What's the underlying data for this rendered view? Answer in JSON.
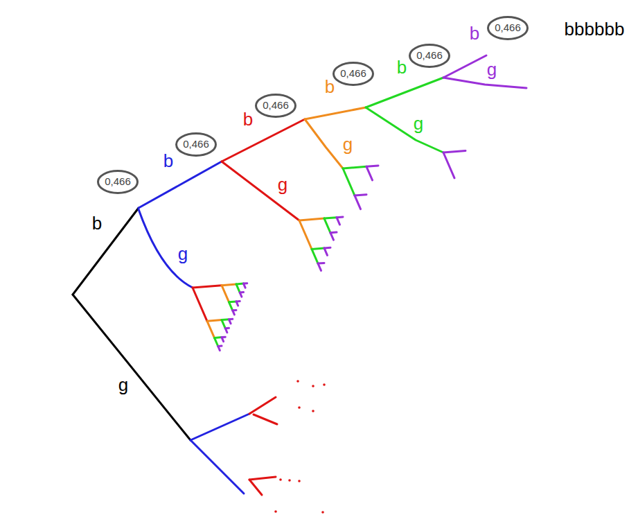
{
  "diagram": {
    "nodes": [
      {
        "text": [
          "0,466"
        ]
      },
      {
        "text": [
          "0,466"
        ]
      },
      {
        "text": [
          "0,466"
        ]
      },
      {
        "text": [
          "0,466"
        ]
      },
      {
        "text": [
          "0,466"
        ]
      },
      {
        "text": [
          "0,466"
        ]
      }
    ],
    "labels": [
      "b",
      "g",
      "b",
      "g",
      "b",
      "g",
      "b",
      "g",
      "b",
      "g",
      "b",
      "g",
      "bbbbbb"
    ]
  }
}
